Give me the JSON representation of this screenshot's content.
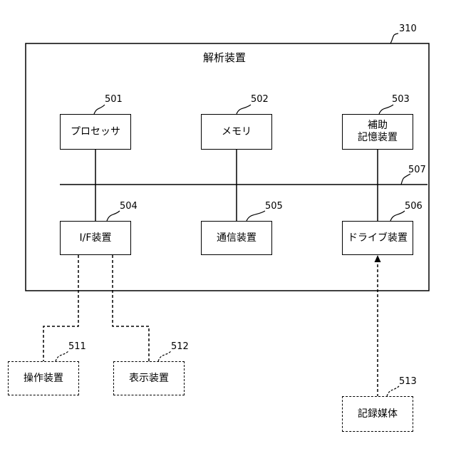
{
  "analysis_device": {
    "ref": "310",
    "title": "解析装置"
  },
  "bus": {
    "ref": "507"
  },
  "components": {
    "processor": {
      "ref": "501",
      "label": "プロセッサ"
    },
    "memory": {
      "ref": "502",
      "label": "メモリ"
    },
    "aux_storage": {
      "ref": "503",
      "label_line1": "補助",
      "label_line2": "記憶装置"
    },
    "if_device": {
      "ref": "504",
      "label": "I/F装置"
    },
    "comm_device": {
      "ref": "505",
      "label": "通信装置"
    },
    "drive_device": {
      "ref": "506",
      "label": "ドライブ装置"
    }
  },
  "external": {
    "operation_device": {
      "ref": "511",
      "label": "操作装置"
    },
    "display_device": {
      "ref": "512",
      "label": "表示装置"
    },
    "recording_medium": {
      "ref": "513",
      "label": "記録媒体"
    }
  }
}
